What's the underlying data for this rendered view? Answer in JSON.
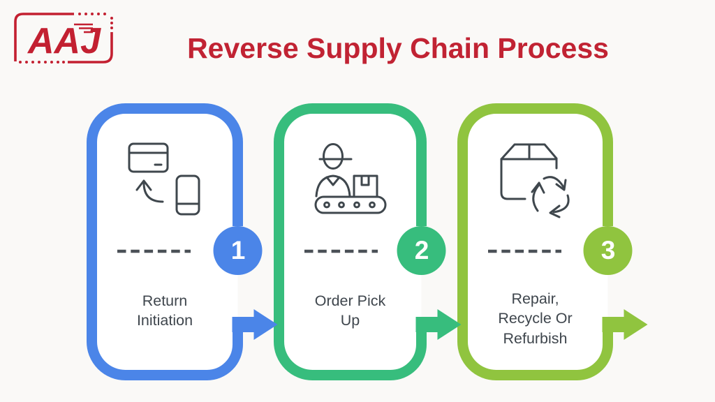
{
  "logo": {
    "text": "AAJ",
    "color": "#c32031"
  },
  "title": {
    "text": "Reverse Supply Chain Process",
    "color": "#c12333"
  },
  "diagram": {
    "dash_color": "#4b5157",
    "icon_stroke": "#3f474d",
    "label_color": "#3f464d",
    "card_fill": "#ffffff",
    "steps": [
      {
        "number": "1",
        "label": "Return\nInitiation",
        "color": "#4b85e8",
        "icon": "credit-card-phone-return-icon"
      },
      {
        "number": "2",
        "label": "Order Pick\nUp",
        "color": "#37bd7d",
        "icon": "worker-conveyor-icon"
      },
      {
        "number": "3",
        "label": "Repair,\nRecycle Or\nRefurbish",
        "color": "#90c43f",
        "icon": "box-recycle-icon"
      }
    ]
  }
}
